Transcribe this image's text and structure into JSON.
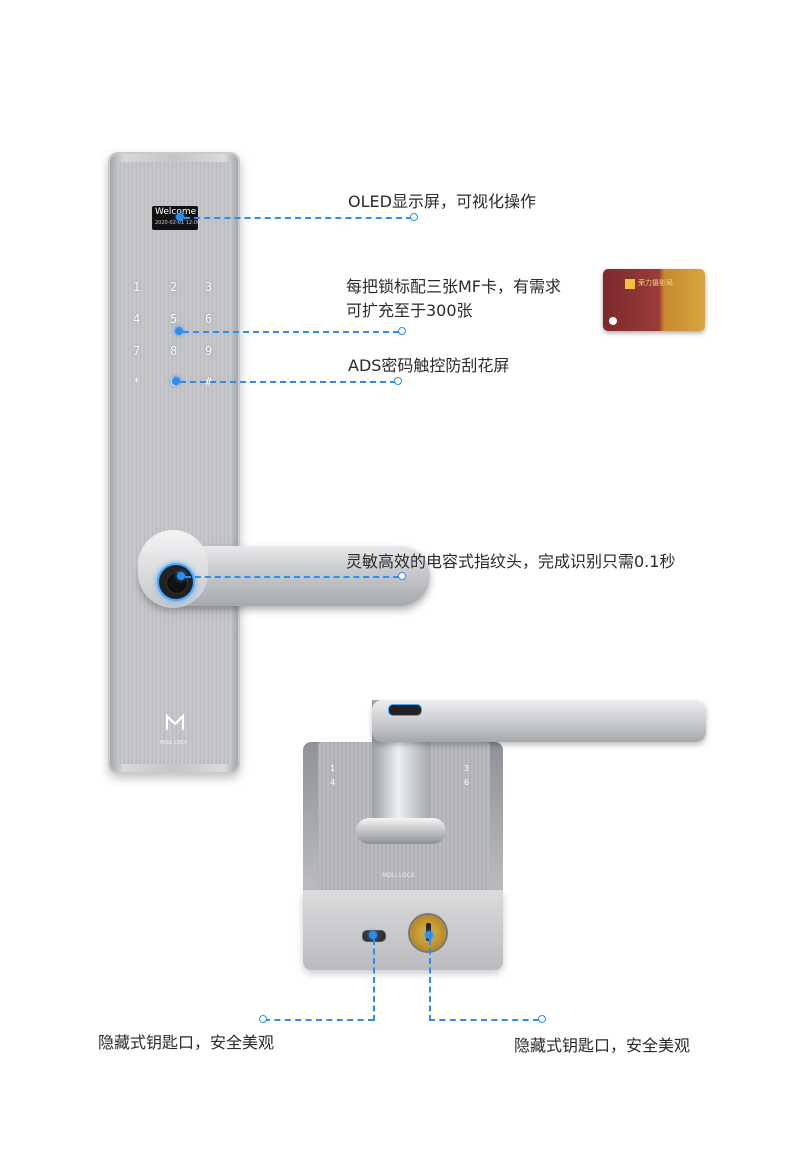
{
  "oled": {
    "title": "Welcome",
    "date": "2020-02-01  12:00"
  },
  "keypad": [
    "1",
    "2",
    "3",
    "4",
    "5",
    "6",
    "7",
    "8",
    "9",
    "*",
    "0",
    "#"
  ],
  "features": {
    "oled": "OLED显示屏，可视化操作",
    "card_line1": "每把锁标配三张MF卡，有需求",
    "card_line2": "可扩充至于300张",
    "ads": "ADS密码触控防刮花屏",
    "fingerprint": "灵敏高效的电容式指纹头，完成识别只需0.1秒",
    "usb": "隐藏式钥匙口，安全美观",
    "keyhole": "隐藏式钥匙口，安全美观"
  },
  "brand": {
    "logo_text": "MOLI LOCK"
  },
  "card": {
    "brand_text": "荣力摄影局"
  },
  "colors": {
    "accent": "#2d8ef0",
    "metal": "#c3c5c8",
    "card": "#9a3c3a"
  }
}
